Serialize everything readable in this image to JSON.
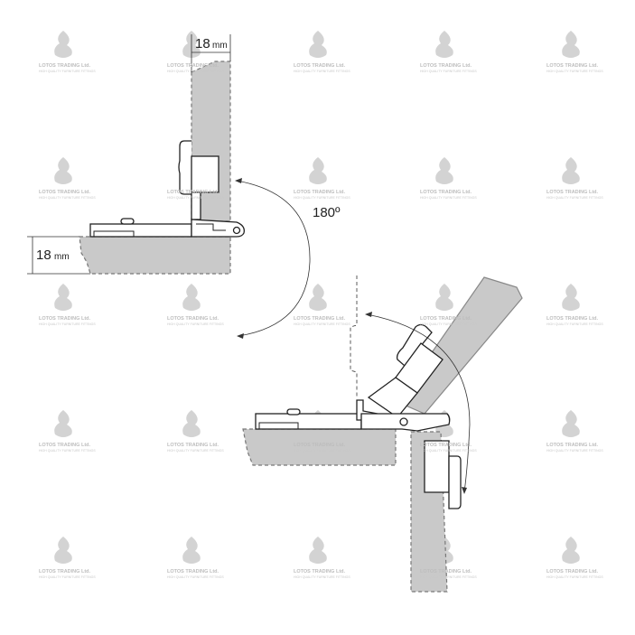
{
  "watermark": {
    "brand": "LOTOS TRADING Ltd.",
    "tagline": "HIGH QUALITY FURNITURE FITTINGS",
    "color": "#cccccc"
  },
  "dimensions": {
    "door_thickness": {
      "value": "18",
      "unit": "mm"
    },
    "panel_thickness": {
      "value": "18",
      "unit": "mm"
    }
  },
  "opening_angle": "180º",
  "colors": {
    "panel": "#c9c9c9",
    "line": "#222222"
  }
}
